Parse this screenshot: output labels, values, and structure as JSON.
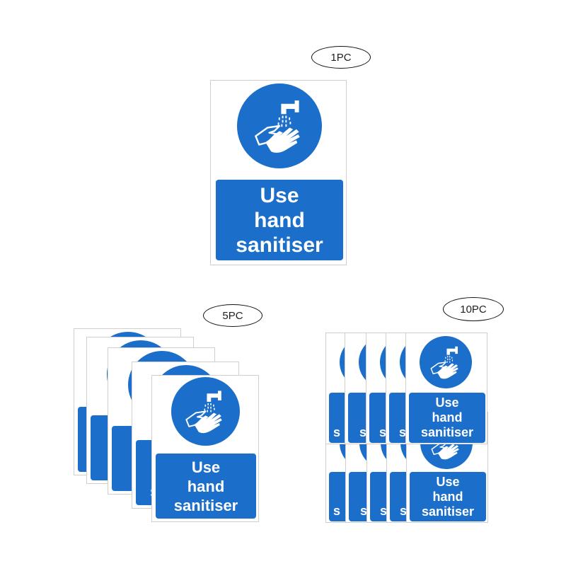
{
  "badges": {
    "one": "1PC",
    "five": "5PC",
    "ten": "10PC"
  },
  "sign": {
    "line1": "Use",
    "line2": "hand",
    "line3": "sanitiser",
    "partial": "s",
    "icon": "hand-washing-icon",
    "color": "#1b6fca"
  }
}
